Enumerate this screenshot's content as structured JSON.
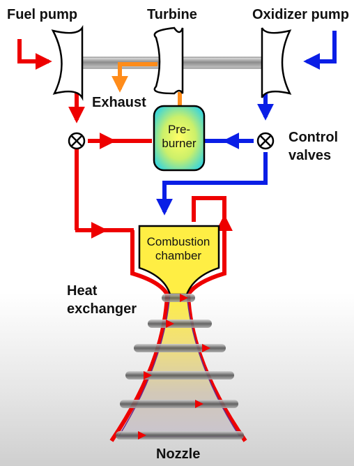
{
  "labels": {
    "fuel_pump": "Fuel pump",
    "turbine": "Turbine",
    "oxidizer_pump": "Oxidizer pump",
    "exhaust": "Exhaust",
    "control_valves_1": "Control",
    "control_valves_2": "valves",
    "preburner_1": "Pre-",
    "preburner_2": "burner",
    "combustion_1": "Combustion",
    "combustion_2": "chamber",
    "heat_exchanger_1": "Heat",
    "heat_exchanger_2": "exchanger",
    "nozzle": "Nozzle"
  },
  "colors": {
    "fuel": "#ee0000",
    "oxidizer": "#0a1ee6",
    "exhaust": "#ff8c1a",
    "chamber_fill": "#ffee44",
    "shaft": "#9a9a9a"
  }
}
